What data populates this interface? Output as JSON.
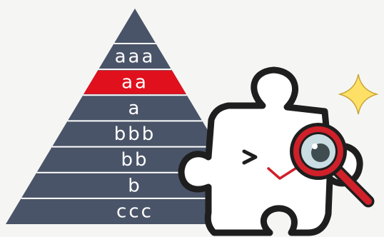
{
  "pyramid": {
    "tiers": [
      {
        "label": "aaa",
        "highlighted": false
      },
      {
        "label": "aa",
        "highlighted": true
      },
      {
        "label": "a",
        "highlighted": false
      },
      {
        "label": "bbb",
        "highlighted": false
      },
      {
        "label": "bb",
        "highlighted": false
      },
      {
        "label": "b",
        "highlighted": false
      },
      {
        "label": "ccc",
        "highlighted": false
      }
    ],
    "colors": {
      "tier": "#4a5468",
      "highlight": "#e0101d",
      "separator": "#ffffff"
    }
  },
  "mascot": {
    "description_icon": "puzzle-piece-with-magnifier-icon",
    "sparkle_icon": "sparkle-icon",
    "colors": {
      "outline": "#1e1e1e",
      "body": "#ffffff",
      "magnifier": "#d0202a",
      "lens": "#c9dde2",
      "sparkle": "#ffe066",
      "sparkle_outline": "#c9a63a",
      "mouth": "#d0202a"
    }
  }
}
